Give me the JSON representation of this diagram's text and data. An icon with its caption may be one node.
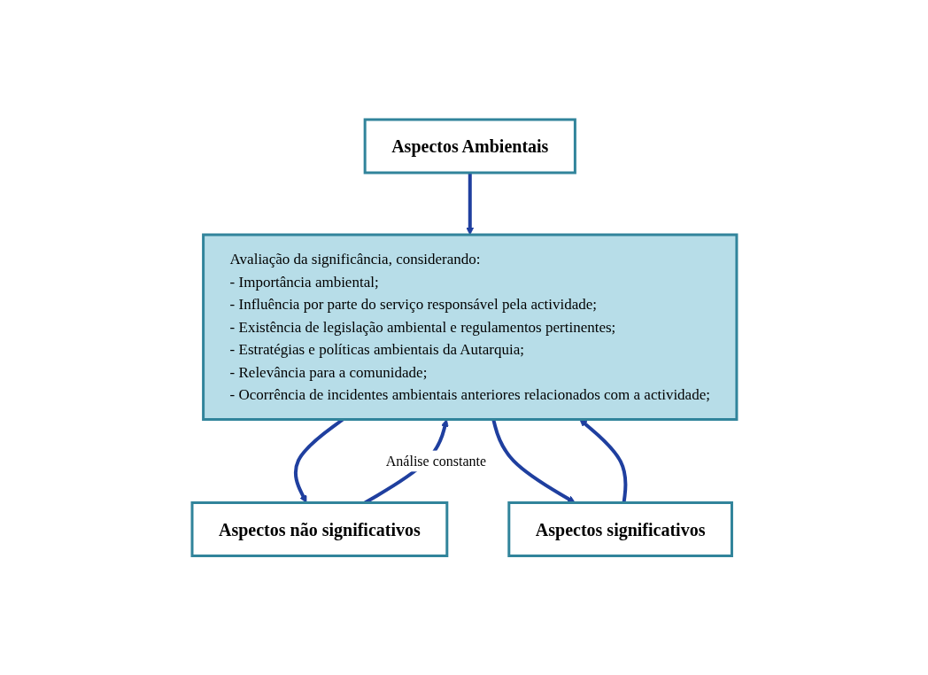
{
  "diagram": {
    "nodes": [
      {
        "text": [
          "Aspectos Ambientais"
        ]
      },
      {
        "text": [
          "Avaliação da significância, considerando:",
          "- Importância ambiental;",
          "- Influência por parte do serviço responsável pela actividade;",
          "- Existência de legislação ambiental e regulamentos pertinentes;",
          "- Estratégias e políticas ambientais da Autarquia;",
          "- Relevância para a comunidade;",
          "- Ocorrência de incidentes ambientais anteriores relacionados com a actividade;"
        ]
      },
      {
        "text": [
          "Aspectos não significativos"
        ]
      },
      {
        "text": [
          "Aspectos significativos"
        ]
      }
    ],
    "edges": [
      {
        "from": 0,
        "to": 1,
        "arrow": "to"
      },
      {
        "from": 1,
        "to": 2,
        "arrow": "to"
      },
      {
        "from": 2,
        "to": 1,
        "arrow": "to",
        "label": "Análise constante"
      },
      {
        "from": 1,
        "to": 3,
        "arrow": "to"
      },
      {
        "from": 3,
        "to": 1,
        "arrow": "to"
      }
    ]
  }
}
